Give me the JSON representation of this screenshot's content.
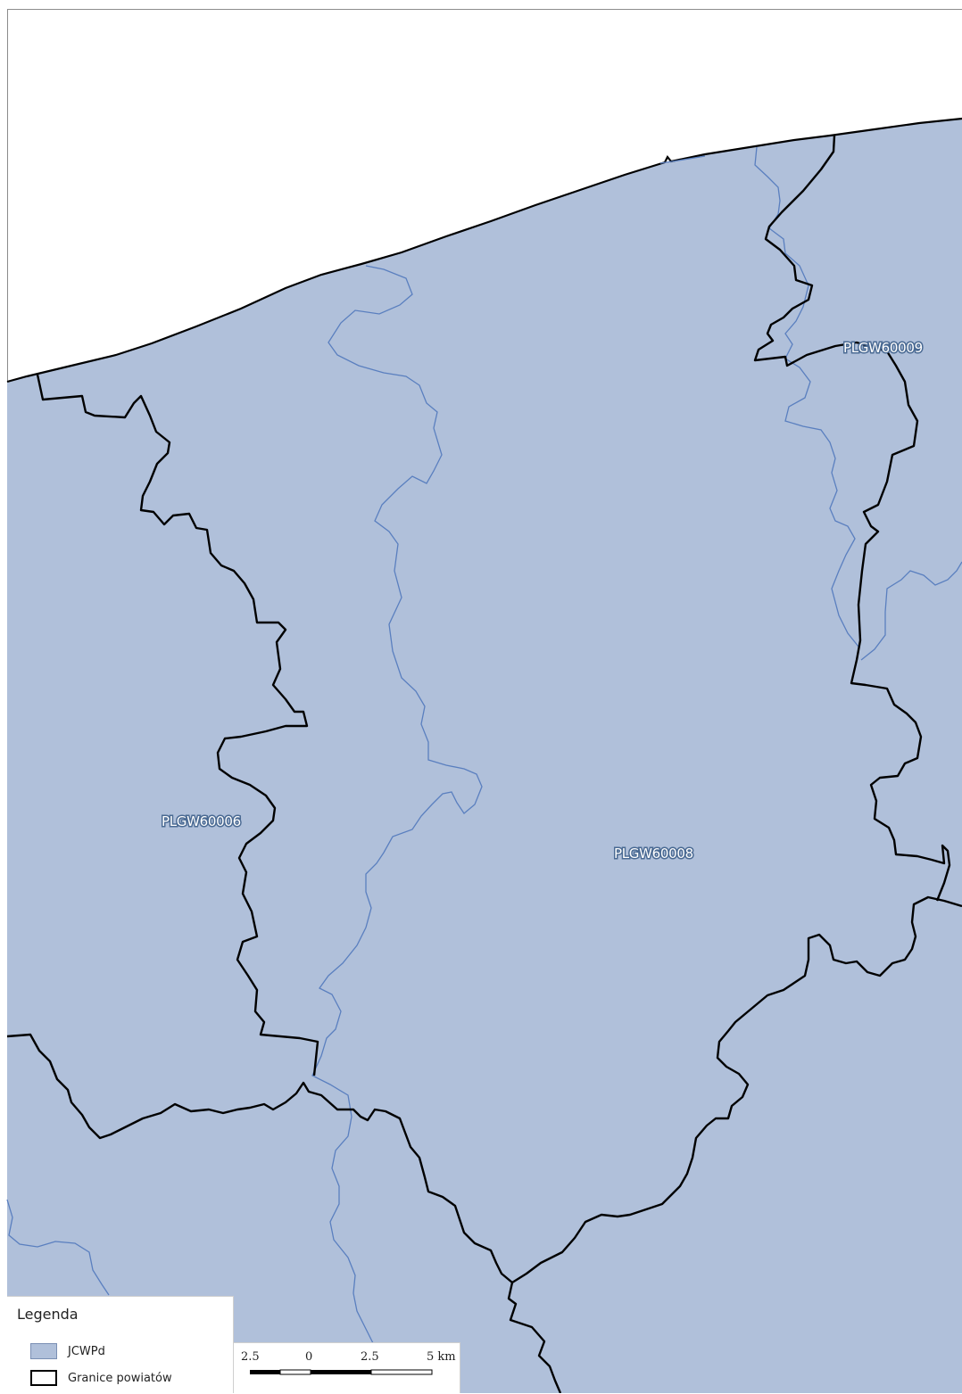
{
  "map": {
    "colors": {
      "land": "#b0c0da",
      "sea": "#ffffff",
      "river": "#5a7fbf",
      "boundary": "#000000"
    },
    "zone_labels": {
      "west": "PLGW60006",
      "center": "PLGW60008",
      "northeast": "PLGW60009"
    }
  },
  "legend": {
    "title": "Legenda",
    "items": [
      {
        "label": "JCWPd",
        "icon": "blue-fill-swatch"
      },
      {
        "label": "Granice powiatów",
        "icon": "outline-swatch"
      }
    ]
  },
  "scalebar": {
    "ticks": [
      "2.5",
      "0",
      "2.5",
      "5 km"
    ]
  }
}
